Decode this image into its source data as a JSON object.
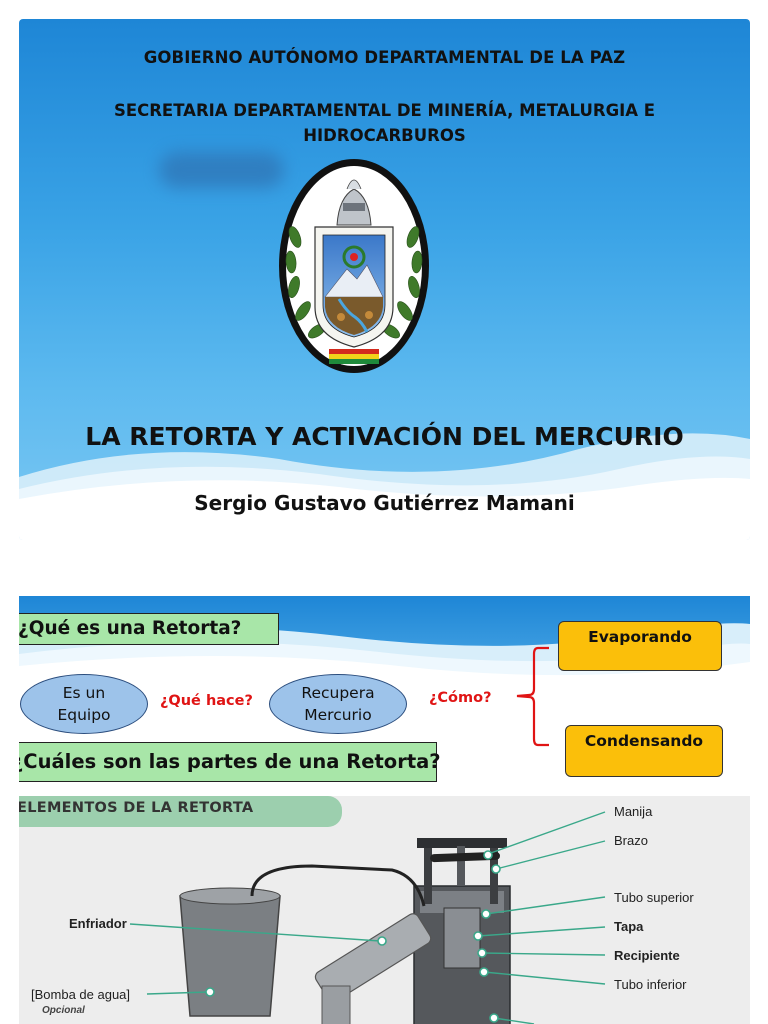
{
  "slide1": {
    "org": "GOBIERNO AUTÓNOMO DEPARTAMENTAL DE LA PAZ",
    "secretariat_line1": "SECRETARIA DEPARTAMENTAL DE MINERÍA, METALURGIA E",
    "secretariat_line2": "HIDROCARBUROS",
    "title": "LA RETORTA Y ACTIVACIÓN DEL MERCURIO",
    "author": "Sergio Gustavo Gutiérrez Mamani"
  },
  "slide2": {
    "question1": "¿Qué es una Retorta?",
    "question2": "¿Cuáles son las partes de una Retorta?",
    "ellipse1": [
      "Es un",
      "Equipo"
    ],
    "ellipse2": [
      "Recupera",
      "Mercurio"
    ],
    "what_does": "¿Qué hace?",
    "how": "¿Cómo?",
    "box1": "Evaporando",
    "box2": "Condensando",
    "photo": {
      "heading": "ELEMENTOS DE LA RETORTA",
      "labels": {
        "handle": "Manija",
        "arm": "Brazo",
        "upper_tube": "Tubo superior",
        "lid": "Tapa",
        "container": "Recipiente",
        "lower_tube": "Tubo inferior",
        "cooler": "Enfriador",
        "pump": "[Bomba de agua]",
        "optional": "Opcional"
      }
    }
  },
  "colors": {
    "slide_blue": "#2a8fde",
    "green_box": "#a8e6a8",
    "ellipse_blue": "#9dc3ea",
    "orange_box": "#fbbf0a",
    "red_text": "#e01414",
    "teal_pointer": "#3aa88a"
  }
}
